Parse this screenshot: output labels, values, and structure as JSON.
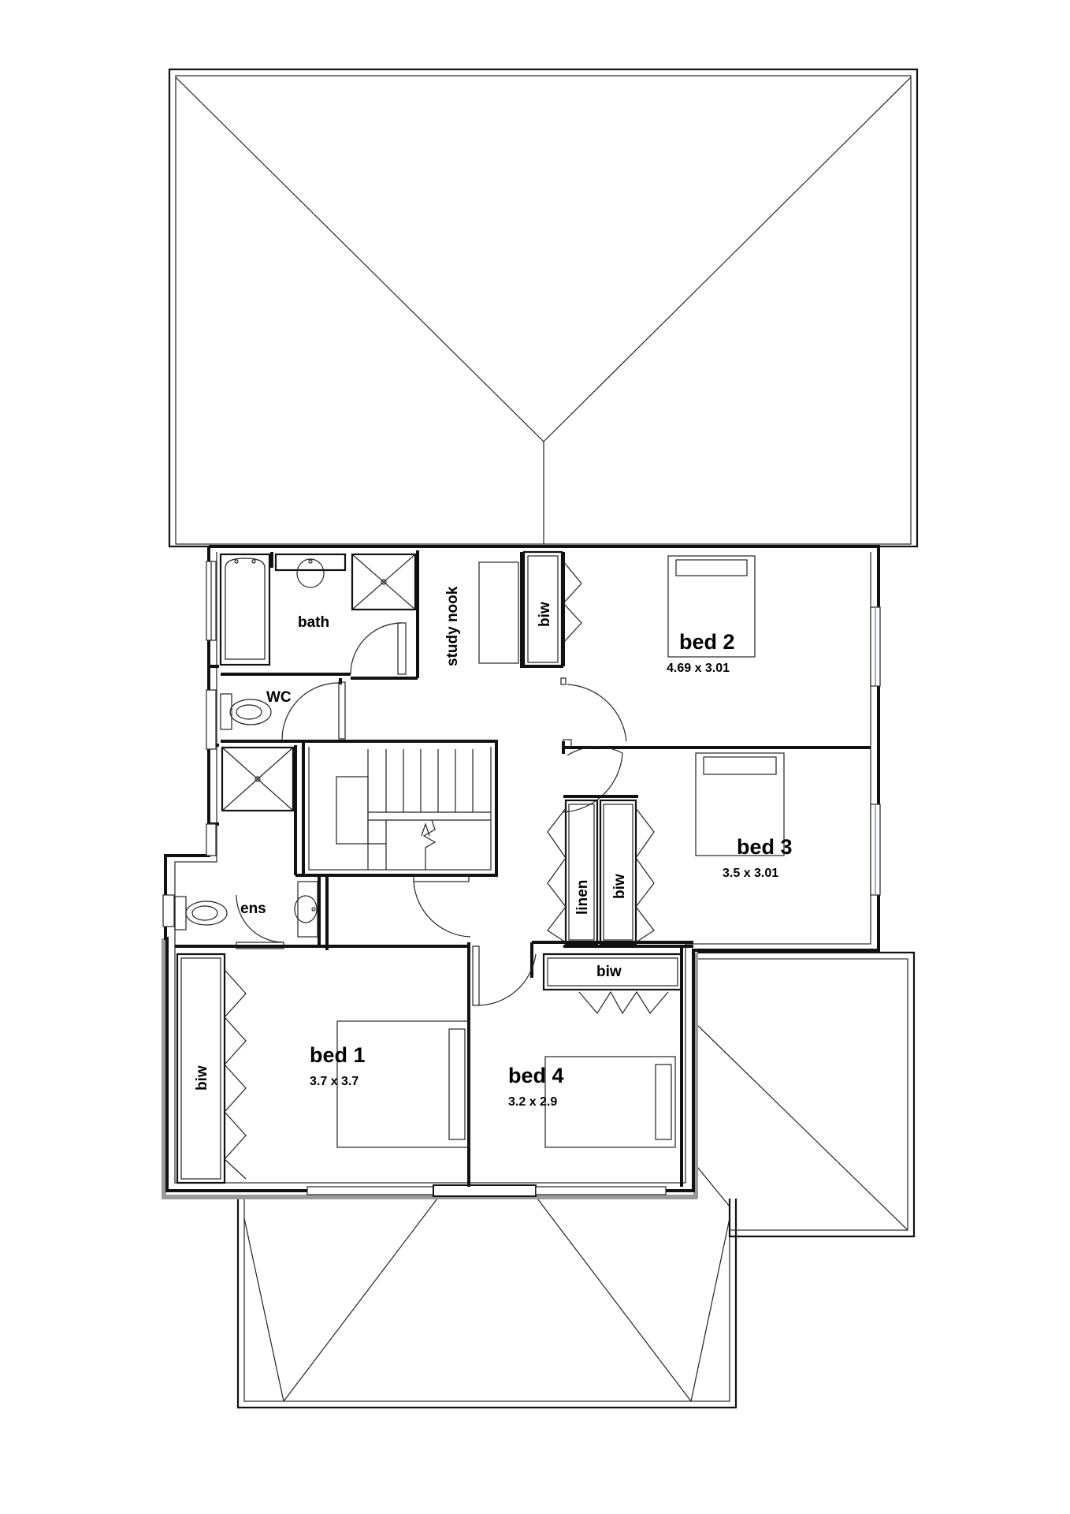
{
  "rooms": {
    "bed1": {
      "name": "bed 1",
      "size": "3.7 x 3.7"
    },
    "bed2": {
      "name": "bed 2",
      "size": "4.69 x 3.01"
    },
    "bed3": {
      "name": "bed 3",
      "size": "3.5 x 3.01"
    },
    "bed4": {
      "name": "bed 4",
      "size": "3.2 x 2.9"
    },
    "bath": "bath",
    "wc": "WC",
    "ens": "ens",
    "study": "study nook",
    "linen": "linen",
    "biw": "biw"
  }
}
